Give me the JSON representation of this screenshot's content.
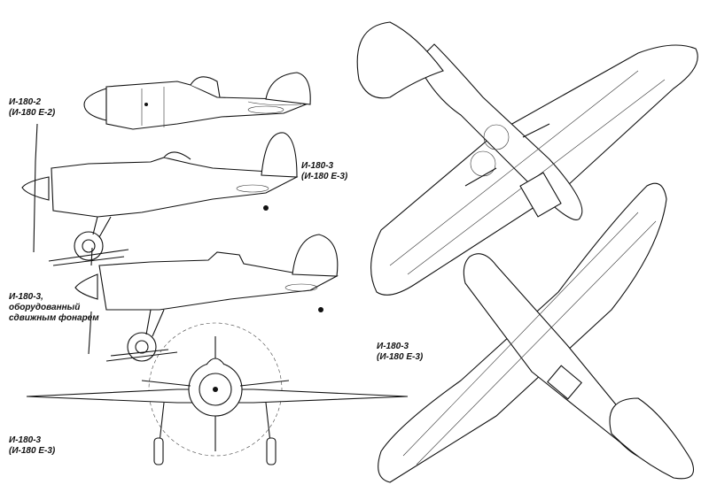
{
  "labels": {
    "view1": {
      "line1": "И-180-2",
      "line2": "(И-180 Е-2)"
    },
    "view2": {
      "line1": "И-180-3",
      "line2": "(И-180 Е-3)"
    },
    "view3": {
      "line1": "И-180-3,",
      "line2": "оборудованный",
      "line3": "сдвижным фонарем"
    },
    "front": {
      "line1": "И-180-3",
      "line2": "(И-180 Е-3)"
    },
    "top": {
      "line1": "И-180-3",
      "line2": "(И-180 Е-3)"
    }
  }
}
